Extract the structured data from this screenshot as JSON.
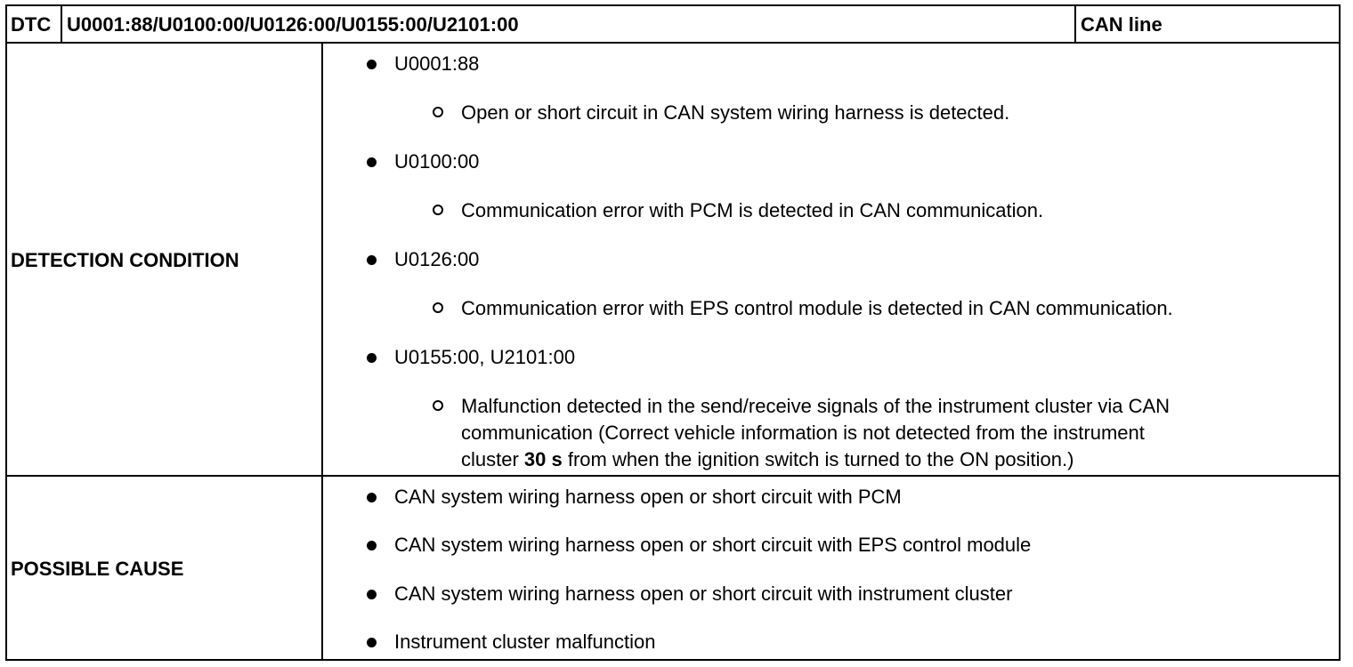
{
  "header": {
    "dtc_label": "DTC",
    "dtc_codes": "U0001:88/U0100:00/U0126:00/U0155:00/U2101:00",
    "line_type": "CAN line"
  },
  "detection": {
    "label": "DETECTION CONDITION",
    "items": [
      {
        "code": "U0001:88",
        "detail": "Open or short circuit in CAN system wiring harness is detected."
      },
      {
        "code": "U0100:00",
        "detail": "Communication error with PCM is detected in CAN communication."
      },
      {
        "code": "U0126:00",
        "detail": "Communication error with EPS control module is detected in CAN communication."
      },
      {
        "code": "U0155:00, U2101:00",
        "detail_line1": "Malfunction detected in the send/receive signals of the instrument cluster via CAN",
        "detail_line2": "communication (Correct vehicle information is not detected from the instrument",
        "detail_line3_pre": "cluster ",
        "detail_line3_bold": "30 s",
        "detail_line3_post": " from when the ignition switch is turned to the ON position.)"
      }
    ]
  },
  "possible_cause": {
    "label": "POSSIBLE CAUSE",
    "items": [
      "CAN system wiring harness open or short circuit with PCM",
      "CAN system wiring harness open or short circuit with EPS control module",
      "CAN system wiring harness open or short circuit with instrument cluster",
      "Instrument cluster malfunction"
    ]
  }
}
